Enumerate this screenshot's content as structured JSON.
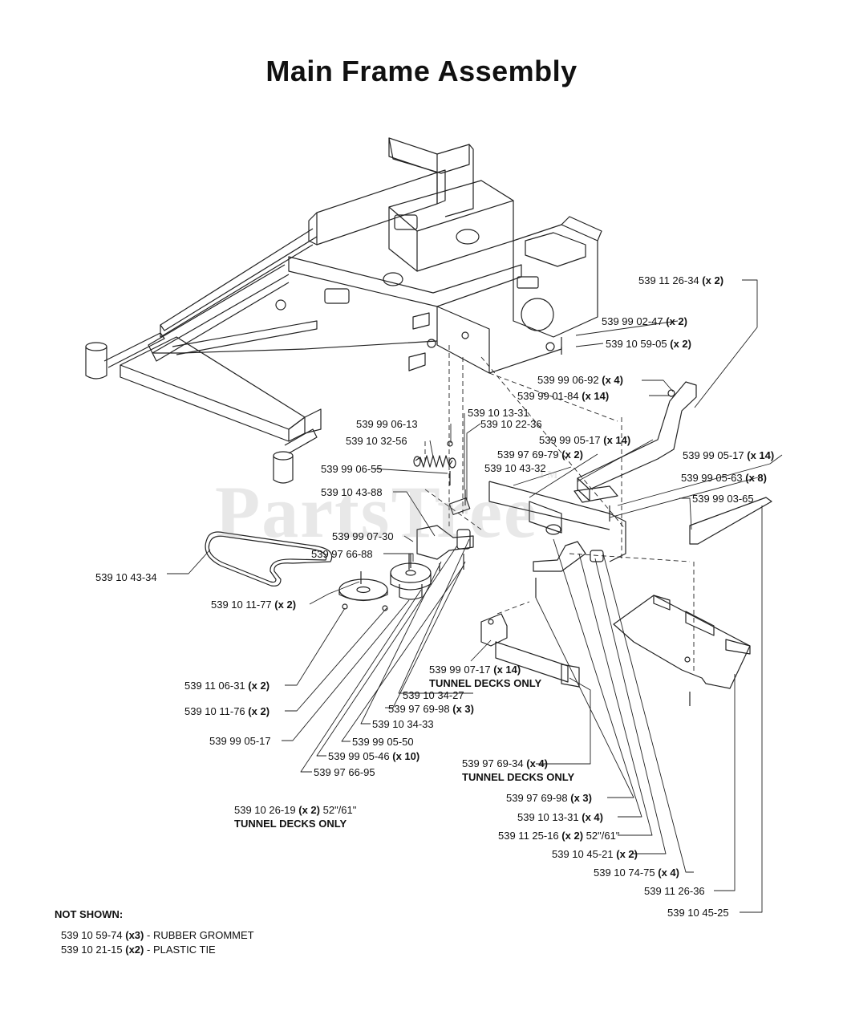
{
  "title": "Main Frame Assembly",
  "watermark": "PartsTree",
  "watermark_mark": "TM",
  "labels": [
    {
      "id": "l1",
      "part": "539 11 26-34",
      "qty": "(x 2)",
      "suffix": ""
    },
    {
      "id": "l2",
      "part": "539 99 02-47",
      "qty": "(x 2)",
      "suffix": ""
    },
    {
      "id": "l3",
      "part": "539 10 59-05",
      "qty": "(x 2)",
      "suffix": ""
    },
    {
      "id": "l4",
      "part": "539 99 06-92",
      "qty": "(x 4)",
      "suffix": ""
    },
    {
      "id": "l5",
      "part": "539 99 01-84",
      "qty": "(x 14)",
      "suffix": ""
    },
    {
      "id": "l6",
      "part": "539 10 13-31",
      "qty": "",
      "suffix": ""
    },
    {
      "id": "l7",
      "part": "539 99 06-13",
      "qty": "",
      "suffix": ""
    },
    {
      "id": "l8",
      "part": "539 10 22-36",
      "qty": "",
      "suffix": ""
    },
    {
      "id": "l9",
      "part": "539 10 32-56",
      "qty": "",
      "suffix": ""
    },
    {
      "id": "l10",
      "part": "539 99 05-17",
      "qty": "(x 14)",
      "suffix": ""
    },
    {
      "id": "l11",
      "part": "539 97 69-79",
      "qty": "(x 2)",
      "suffix": ""
    },
    {
      "id": "l12",
      "part": "539 99 05-17",
      "qty": "(x 14)",
      "suffix": ""
    },
    {
      "id": "l13",
      "part": "539 99 06-55",
      "qty": "",
      "suffix": ""
    },
    {
      "id": "l14",
      "part": "539 10 43-32",
      "qty": "",
      "suffix": ""
    },
    {
      "id": "l15",
      "part": "539 99 05-63",
      "qty": "(x 8)",
      "suffix": ""
    },
    {
      "id": "l16",
      "part": "539 10 43-88",
      "qty": "",
      "suffix": ""
    },
    {
      "id": "l17",
      "part": "539 99 03-65",
      "qty": "",
      "suffix": ""
    },
    {
      "id": "l18",
      "part": "539 99 07-30",
      "qty": "",
      "suffix": ""
    },
    {
      "id": "l19",
      "part": "539 97 66-88",
      "qty": "",
      "suffix": ""
    },
    {
      "id": "l20",
      "part": "539 10 43-34",
      "qty": "",
      "suffix": ""
    },
    {
      "id": "l21",
      "part": "539 10 11-77",
      "qty": "(x 2)",
      "suffix": ""
    },
    {
      "id": "l22",
      "part": "539 99 07-17",
      "qty": "(x 14)",
      "suffix": ""
    },
    {
      "id": "l23",
      "part": "539 11 06-31",
      "qty": "(x 2)",
      "suffix": ""
    },
    {
      "id": "l24",
      "part": "539 10 34-27",
      "qty": "",
      "suffix": ""
    },
    {
      "id": "l25",
      "part": "539 97 69-98",
      "qty": "(x 3)",
      "suffix": ""
    },
    {
      "id": "l26",
      "part": "539 10 11-76",
      "qty": "(x 2)",
      "suffix": ""
    },
    {
      "id": "l27",
      "part": "539 10 34-33",
      "qty": "",
      "suffix": ""
    },
    {
      "id": "l28",
      "part": "539 99 05-17",
      "qty": "",
      "suffix": ""
    },
    {
      "id": "l29",
      "part": "539 99 05-50",
      "qty": "",
      "suffix": ""
    },
    {
      "id": "l30",
      "part": "539 99 05-46",
      "qty": "(x 10)",
      "suffix": ""
    },
    {
      "id": "l31",
      "part": "539 97 69-34",
      "qty": "(x 4)",
      "suffix": ""
    },
    {
      "id": "l32",
      "part": "539 97 66-95",
      "qty": "",
      "suffix": ""
    },
    {
      "id": "l33",
      "part": "539 10 26-19",
      "qty": "(x 2)",
      "suffix": "52\"/61\""
    },
    {
      "id": "l34",
      "part": "539 97 69-98",
      "qty": "(x 3)",
      "suffix": ""
    },
    {
      "id": "l35",
      "part": "539 10 13-31",
      "qty": "(x 4)",
      "suffix": ""
    },
    {
      "id": "l36",
      "part": "539 11 25-16",
      "qty": "(x 2)",
      "suffix": "52\"/61\""
    },
    {
      "id": "l37",
      "part": "539 10 45-21",
      "qty": "(x 2)",
      "suffix": ""
    },
    {
      "id": "l38",
      "part": "539 10 74-75",
      "qty": "(x 4)",
      "suffix": ""
    },
    {
      "id": "l39",
      "part": "539 11 26-36",
      "qty": "",
      "suffix": ""
    },
    {
      "id": "l40",
      "part": "539 10 45-25",
      "qty": "",
      "suffix": ""
    }
  ],
  "notes": {
    "tunnel1": "TUNNEL DECKS ONLY",
    "tunnel2": "TUNNEL DECKS ONLY",
    "tunnel3": "TUNNEL DECKS ONLY"
  },
  "not_shown": {
    "title": "NOT SHOWN:",
    "items": [
      {
        "part": "539 10 59-74",
        "qty": "(x3)",
        "desc": "- RUBBER GROMMET"
      },
      {
        "part": "539 10 21-15",
        "qty": "(x2)",
        "desc": "- PLASTIC TIE"
      }
    ]
  }
}
